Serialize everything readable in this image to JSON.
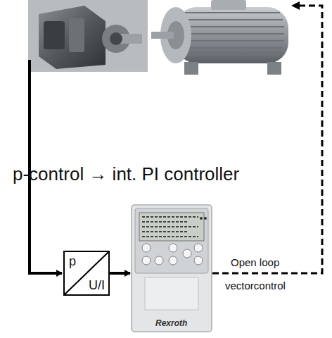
{
  "diagram": {
    "nodes": [
      {
        "text": [
          "p",
          "U/I"
        ]
      },
      {
        "text": [
          "Rexroth"
        ]
      }
    ],
    "edges": [
      {
        "from": 0,
        "to": 1,
        "arrow": "to"
      }
    ],
    "labels": [
      "p-control → int. PI controller",
      "Open loop",
      "vectorcontrol"
    ]
  }
}
